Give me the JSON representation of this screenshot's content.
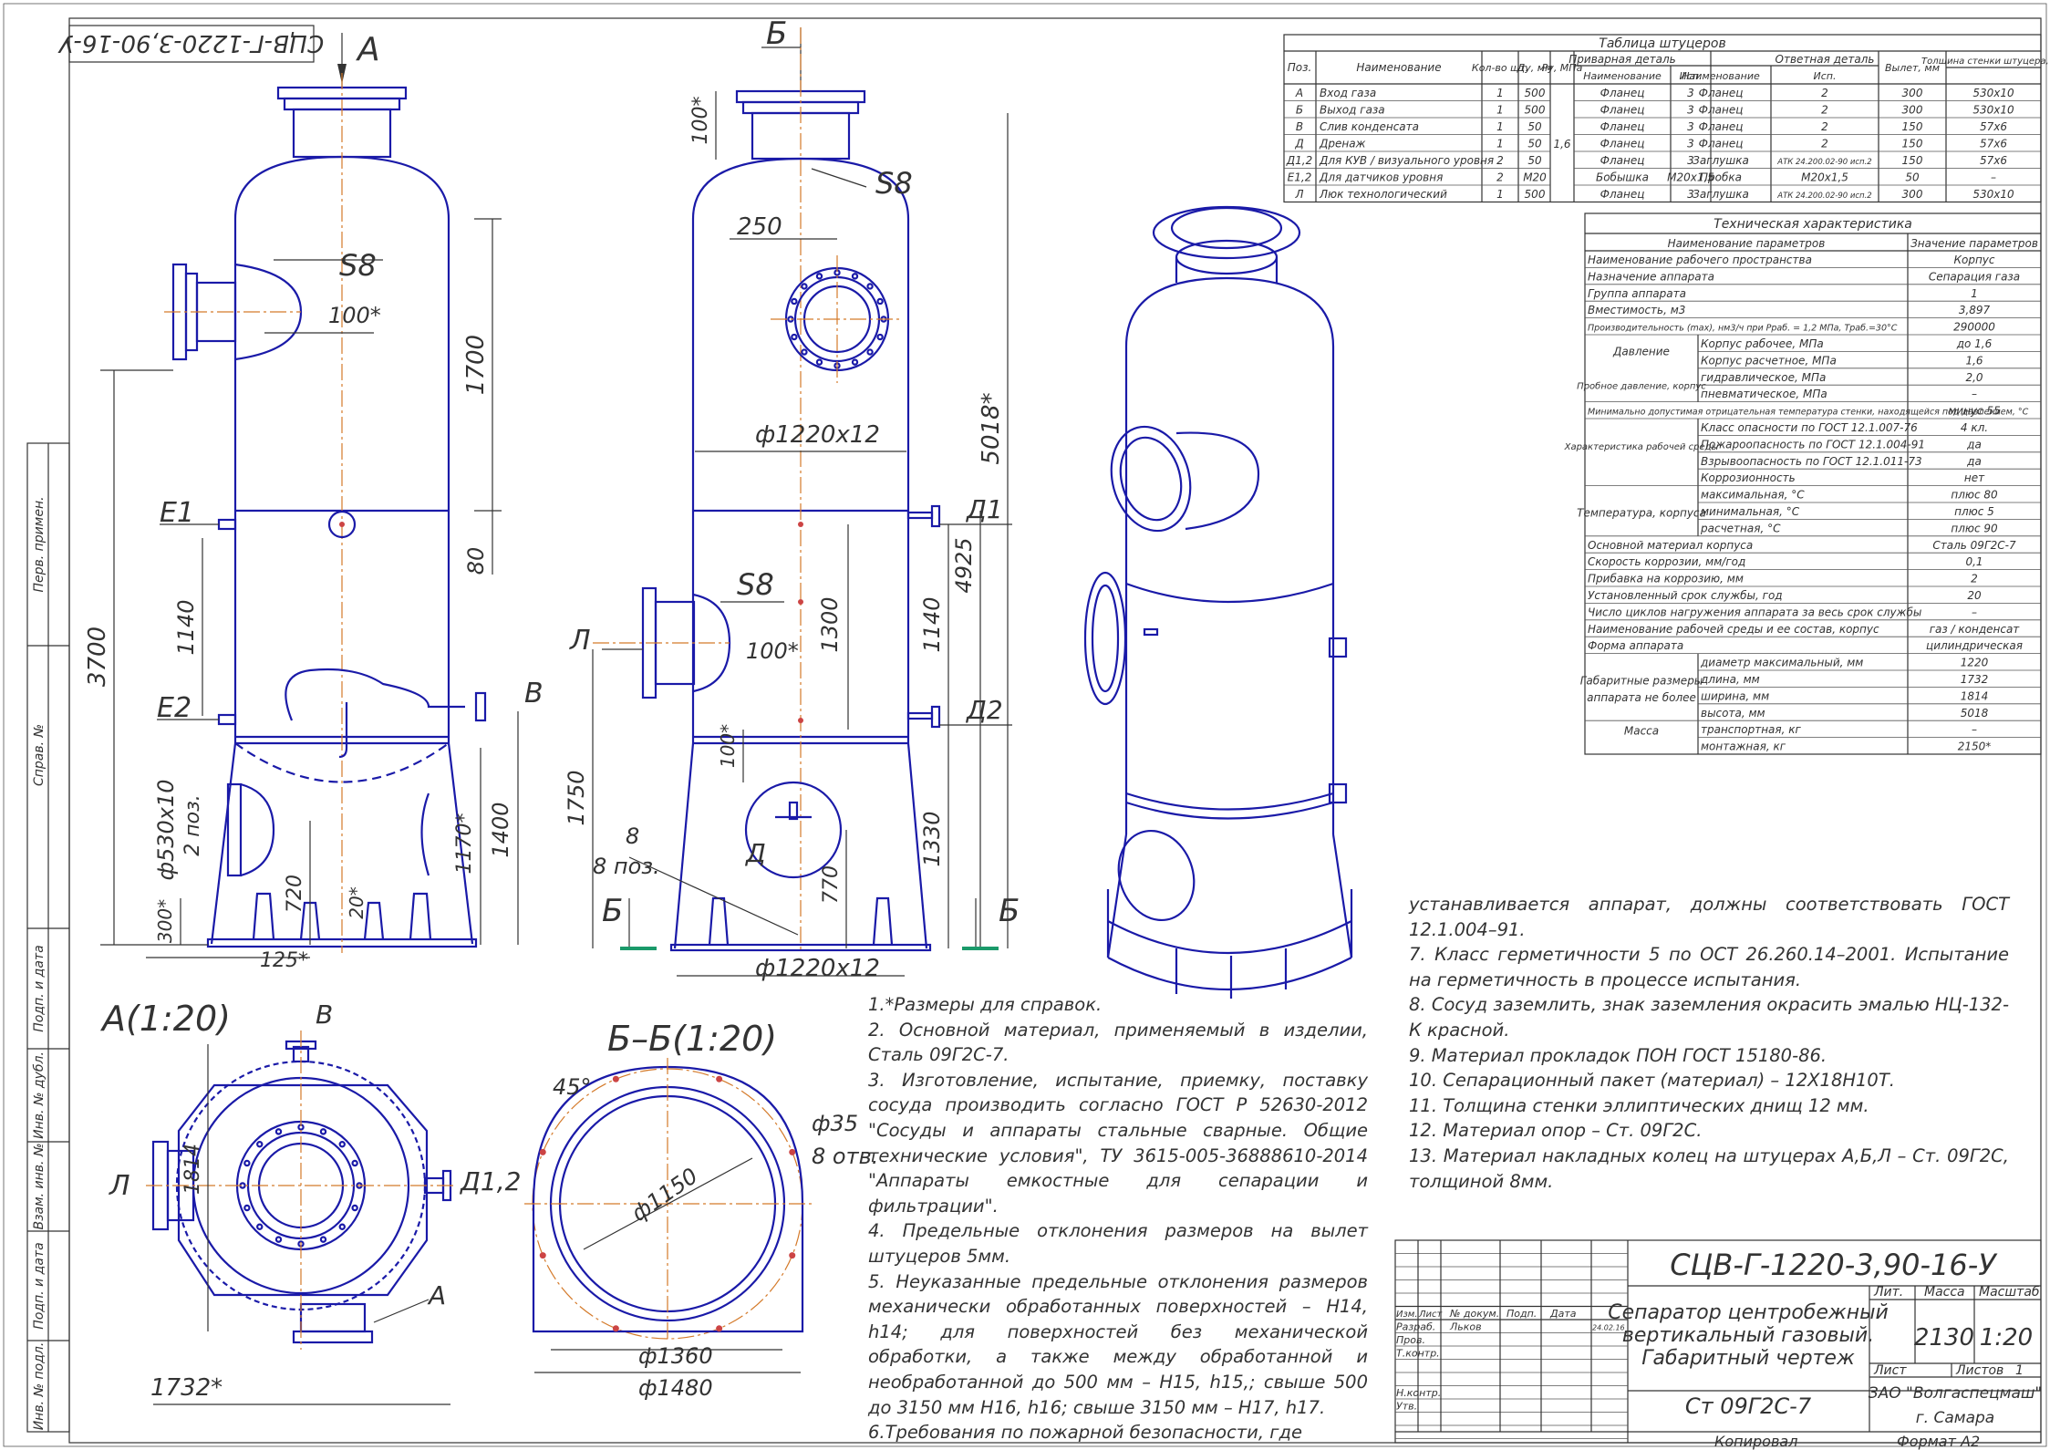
{
  "stamp_rotated": "СЦВ-Г-1220-3,90-16-У",
  "side_labels": [
    "Перв. примен.",
    "Справ. №",
    "Подп. и дата",
    "Инв. № дубл.",
    "Взам. инв. №",
    "Подп. и дата",
    "Инв. № подл."
  ],
  "views": {
    "view_a_title": "А(1:20)",
    "section_bb_title": "Б–Б(1:20)",
    "arrow_a": "А",
    "arrow_b": "Б"
  },
  "dims": {
    "front": {
      "s8_top": "S8",
      "d100": "100*",
      "d1700": "1700",
      "d3700": "3700",
      "d1140": "1140",
      "d80": "80",
      "d1400": "1400",
      "d1170": "1170*",
      "d720": "720",
      "d20": "20*",
      "d300": "300*",
      "d125": "125*",
      "d530": "ф530х10",
      "poz2": "2 поз.",
      "e1": "Е1",
      "e2": "Е2",
      "v": "В"
    },
    "side": {
      "b": "Б",
      "d100": "100*",
      "s8": "S8",
      "d250": "250",
      "d1220": "ф1220х12",
      "d5018": "5018*",
      "d4925": "4925",
      "d1": "Д1",
      "d2": "Д2",
      "s8b": "S8",
      "l": "Л",
      "d100b": "100*",
      "d1300": "1300",
      "d1140": "1140",
      "d1750": "1750",
      "d1330": "1330",
      "d770": "770",
      "d100c": "100*",
      "d8": "8",
      "poz8": "8 поз.",
      "dd": "Д",
      "d1220b": "ф1220х12"
    },
    "viewa": {
      "v": "В",
      "l": "Л",
      "d12": "Д1,2",
      "a": "А",
      "d1814": "1814",
      "d1732": "1732*"
    },
    "sect": {
      "deg45": "45°",
      "d35": "ф35",
      "otv8": "8 отв.",
      "d1150": "ф1150",
      "d1360": "ф1360",
      "d1480": "ф1480"
    }
  },
  "nozzle_table": {
    "title": "Таблица штуцеров",
    "headers": {
      "poz": "Поз.",
      "name": "Наименование",
      "qty": "Кол-во шт.",
      "dn": "Ду, мм",
      "pn": "Ру, МПа",
      "welded": "Приварная деталь",
      "counter": "Ответная деталь",
      "w_name": "Наименование",
      "w_isp": "Исп.",
      "c_name": "Наименование",
      "c_isp": "Исп.",
      "vylet": "Вылет, мм",
      "thick": "Толщина стенки штуцера, мм"
    },
    "pn_merged": "1,6",
    "rows": [
      {
        "poz": "А",
        "name": "Вход газа",
        "qty": "1",
        "dn": "500",
        "w_name": "Фланец",
        "w_isp": "3",
        "c_name": "Фланец",
        "c_isp": "2",
        "vylet": "300",
        "thick": "530х10"
      },
      {
        "poz": "Б",
        "name": "Выход газа",
        "qty": "1",
        "dn": "500",
        "w_name": "Фланец",
        "w_isp": "3",
        "c_name": "Фланец",
        "c_isp": "2",
        "vylet": "300",
        "thick": "530х10"
      },
      {
        "poz": "В",
        "name": "Слив конденсата",
        "qty": "1",
        "dn": "50",
        "w_name": "Фланец",
        "w_isp": "3",
        "c_name": "Фланец",
        "c_isp": "2",
        "vylet": "150",
        "thick": "57х6"
      },
      {
        "poz": "Д",
        "name": "Дренаж",
        "qty": "1",
        "dn": "50",
        "w_name": "Фланец",
        "w_isp": "3",
        "c_name": "Фланец",
        "c_isp": "2",
        "vylet": "150",
        "thick": "57х6"
      },
      {
        "poz": "Д1,2",
        "name": "Для КУВ / визуального уровня",
        "qty": "2",
        "dn": "50",
        "w_name": "Фланец",
        "w_isp": "3",
        "c_name": "Заглушка",
        "c_isp": "АТК 24.200.02-90 исп.2",
        "vylet": "150",
        "thick": "57х6"
      },
      {
        "poz": "Е1,2",
        "name": "Для датчиков уровня",
        "qty": "2",
        "dn": "М20",
        "w_name": "Бобышка",
        "w_isp": "М20х1,5",
        "c_name": "Пробка",
        "c_isp": "М20х1,5",
        "vylet": "50",
        "thick": "–"
      },
      {
        "poz": "Л",
        "name": "Люк технологический",
        "qty": "1",
        "dn": "500",
        "w_name": "Фланец",
        "w_isp": "3",
        "c_name": "Заглушка",
        "c_isp": "АТК 24.200.02-90 исп.2",
        "vylet": "300",
        "thick": "530х10"
      }
    ]
  },
  "tech_table": {
    "title": "Техническая характеристика",
    "header_param": "Наименование параметров",
    "header_value": "Значение параметров",
    "rows": [
      {
        "group": "",
        "name": "Наименование рабочего пространства",
        "value": "Корпус"
      },
      {
        "group": "",
        "name": "Назначение аппарата",
        "value": "Сепарация газа"
      },
      {
        "group": "",
        "name": "Группа аппарата",
        "value": "1"
      },
      {
        "group": "",
        "name": "Вместимость, м3",
        "value": "3,897"
      },
      {
        "group": "",
        "name": "Производительность (max), нм3/ч при Рраб. = 1,2 МПа, Траб.=30°С",
        "value": "290000"
      },
      {
        "group": "Давление",
        "name": "Корпус рабочее, МПа",
        "value": "до 1,6"
      },
      {
        "group": "",
        "name": "Корпус расчетное, МПа",
        "value": "1,6"
      },
      {
        "group": "Пробное давление, корпус",
        "name": "гидравлическое, МПа",
        "value": "2,0"
      },
      {
        "group": "",
        "name": "пневматическое, МПа",
        "value": "–"
      },
      {
        "group": "",
        "name": "Минимально допустимая отрицательная температура стенки, находящейся под давлением, °С",
        "value": "минус 55"
      },
      {
        "group": "",
        "name": "Класс опасности по ГОСТ 12.1.007-76",
        "value": "4 кл."
      },
      {
        "group": "Характеристика рабочей среды",
        "name": "Пожароопасность по ГОСТ 12.1.004-91",
        "value": "да"
      },
      {
        "group": "",
        "name": "Взрывоопасность по ГОСТ 12.1.011-73",
        "value": "да"
      },
      {
        "group": "",
        "name": "Коррозионность",
        "value": "нет"
      },
      {
        "group": "",
        "name": "максимальная, °С",
        "value": "плюс 80"
      },
      {
        "group": "Температура, корпуса",
        "name": "минимальная, °С",
        "value": "плюс 5"
      },
      {
        "group": "",
        "name": "расчетная, °С",
        "value": "плюс 90"
      },
      {
        "group": "",
        "name": "Основной материал корпуса",
        "value": "Сталь 09Г2С-7"
      },
      {
        "group": "",
        "name": "Скорость коррозии, мм/год",
        "value": "0,1"
      },
      {
        "group": "",
        "name": "Прибавка на коррозию, мм",
        "value": "2"
      },
      {
        "group": "",
        "name": "Установленный срок службы, год",
        "value": "20"
      },
      {
        "group": "",
        "name": "Число циклов нагружения аппарата за весь срок службы",
        "value": "–"
      },
      {
        "group": "",
        "name": "Наименование рабочей среды и ее состав, корпус",
        "value": "газ / конденсат"
      },
      {
        "group": "",
        "name": "Форма аппарата",
        "value": "цилиндрическая"
      },
      {
        "group": "",
        "name": "диаметр максимальный, мм",
        "value": "1220"
      },
      {
        "group": "Габаритные размеры",
        "name": "длина, мм",
        "value": "1732"
      },
      {
        "group": "аппарата не более",
        "name": "ширина, мм",
        "value": "1814"
      },
      {
        "group": "",
        "name": "высота, мм",
        "value": "5018"
      },
      {
        "group": "Масса",
        "name": "транспортная, кг",
        "value": "–"
      },
      {
        "group": "",
        "name": "монтажная, кг",
        "value": "2150*"
      }
    ]
  },
  "notes_left": [
    "1.*Размеры для справок.",
    "2. Основной материал, применяемый в изделии, Сталь 09Г2С-7.",
    "3. Изготовление, испытание, приемку, поставку сосуда производить согласно ГОСТ Р 52630-2012 \"Сосуды и аппараты стальные сварные. Общие технические условия\", ТУ 3615-005-36888610-2014 \"Аппараты емкостные для сепарации и фильтрации\".",
    "4. Предельные отклонения размеров на вылет штуцеров 5мм.",
    "5. Неуказанные предельные отклонения размеров механически обработанных поверхностей – Н14, h14; для поверхностей без механической обработки, а также между обработанной и необработанной до 500 мм – Н15, h15,; свыше 500 до 3150 мм Н16, h16; свыше 3150 мм – Н17, h17.",
    "6.Требования по пожарной безопасности, где"
  ],
  "notes_right": [
    "устанавливается аппарат, должны соответствовать ГОСТ 12.1.004–91.",
    "7. Класс герметичности 5 по ОСТ 26.260.14–2001. Испытание на герметичность в процессе испытания.",
    "8. Сосуд заземлить, знак заземления окрасить эмалью НЦ-132-К красной.",
    "9. Материал прокладок ПОН ГОСТ 15180-86.",
    "10. Сепарационный пакет (материал) – 12Х18Н10Т.",
    "11. Толщина стенки эллиптических днищ 12 мм.",
    "12. Материал опор – Ст. 09Г2С.",
    "13. Материал накладных колец на штуцерах А,Б,Л – Ст. 09Г2С, толщиной 8мм."
  ],
  "title_block": {
    "designation": "СЦВ-Г-1220-3,90-16-У",
    "name_line1": "Сепаратор центробежный",
    "name_line2": "вертикальный газовый.",
    "name_line3": "Габаритный чертеж",
    "material": "Ст 09Г2С-7",
    "col_izm": "Изм.",
    "col_list": "Лист",
    "col_doc": "№ докум.",
    "col_sign": "Подп.",
    "col_date": "Дата",
    "razrab": "Разраб.",
    "razrab_name": "Льков",
    "razrab_date": "24.02.16",
    "prov": "Пров.",
    "tkontr": "Т.контр.",
    "nkontr": "Н.контр.",
    "utv": "Утв.",
    "lit": "Лит.",
    "massa": "Масса",
    "masshtab": "Масштаб",
    "massa_value": "2130",
    "scale_value": "1:20",
    "sheet": "Лист",
    "sheets": "Листов",
    "sheets_value": "1",
    "company": "ЗАО \"Волгаспецмаш\"",
    "city": "г. Самара",
    "copied": "Копировал",
    "format": "Формат А2"
  }
}
